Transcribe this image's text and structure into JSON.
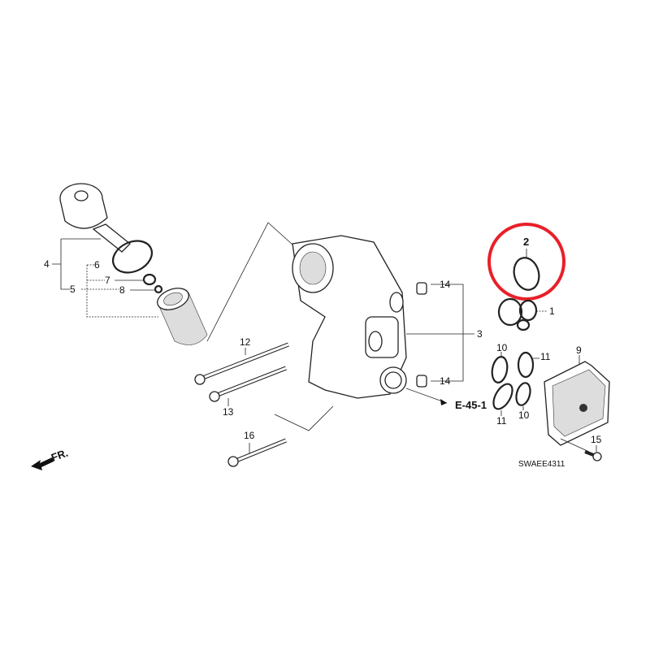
{
  "callouts": {
    "p1": "1",
    "p2": "2",
    "p3": "3",
    "p4": "4",
    "p5": "5",
    "p6": "6",
    "p7": "7",
    "p8": "8",
    "p9": "9",
    "p10a": "10",
    "p10b": "10",
    "p11a": "11",
    "p11b": "11",
    "p12": "12",
    "p13": "13",
    "p14a": "14",
    "p14b": "14",
    "p15": "15",
    "p16": "16"
  },
  "reference": "E-45-1",
  "diagram_code": "SWAEE4311",
  "direction_label": "FR.",
  "highlight_color": "#e8202a"
}
